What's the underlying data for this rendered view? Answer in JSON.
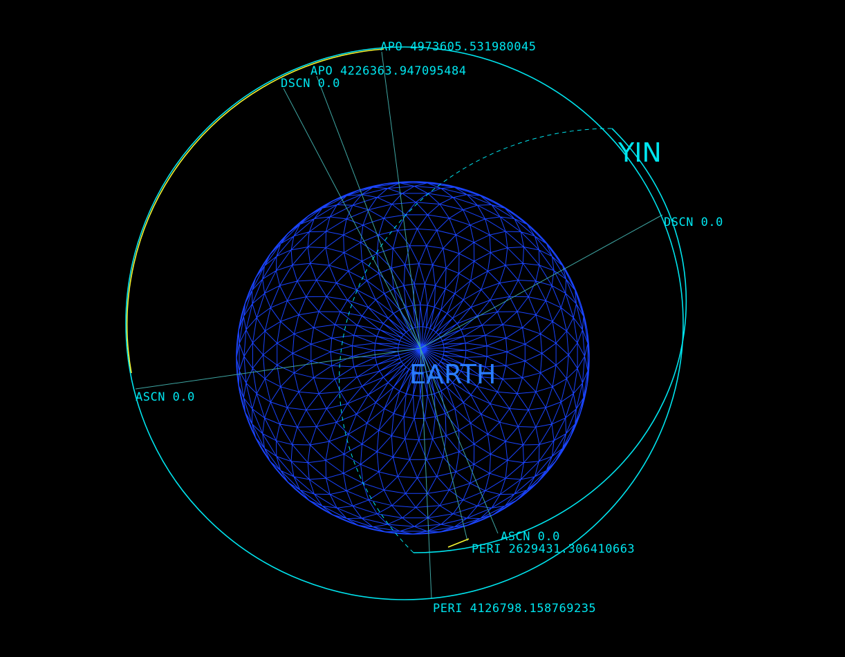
{
  "colors": {
    "background": "#000000",
    "orbit": "#00e5ef",
    "orbit_highlight": "#f6f633",
    "planet_mesh": "#1a44ff",
    "planet_label": "#2a7dff",
    "label": "#00e5ef",
    "node_line": "#3fa7a4"
  },
  "planet": {
    "name": "EARTH"
  },
  "vessel": {
    "name": "YIN"
  },
  "labels": {
    "apo_outer": "APO 4973605.531980045",
    "apo_inner": "APO 4226363.947095484",
    "dscn_top": "DSCN 0.0",
    "dscn_right": "DSCN 0.0",
    "ascn_left": "ASCN 0.0",
    "ascn_bottom": "ASCN 0.0",
    "peri_inner": "PERI 2629431.306410663",
    "peri_outer": "PERI 4126798.158769235"
  }
}
